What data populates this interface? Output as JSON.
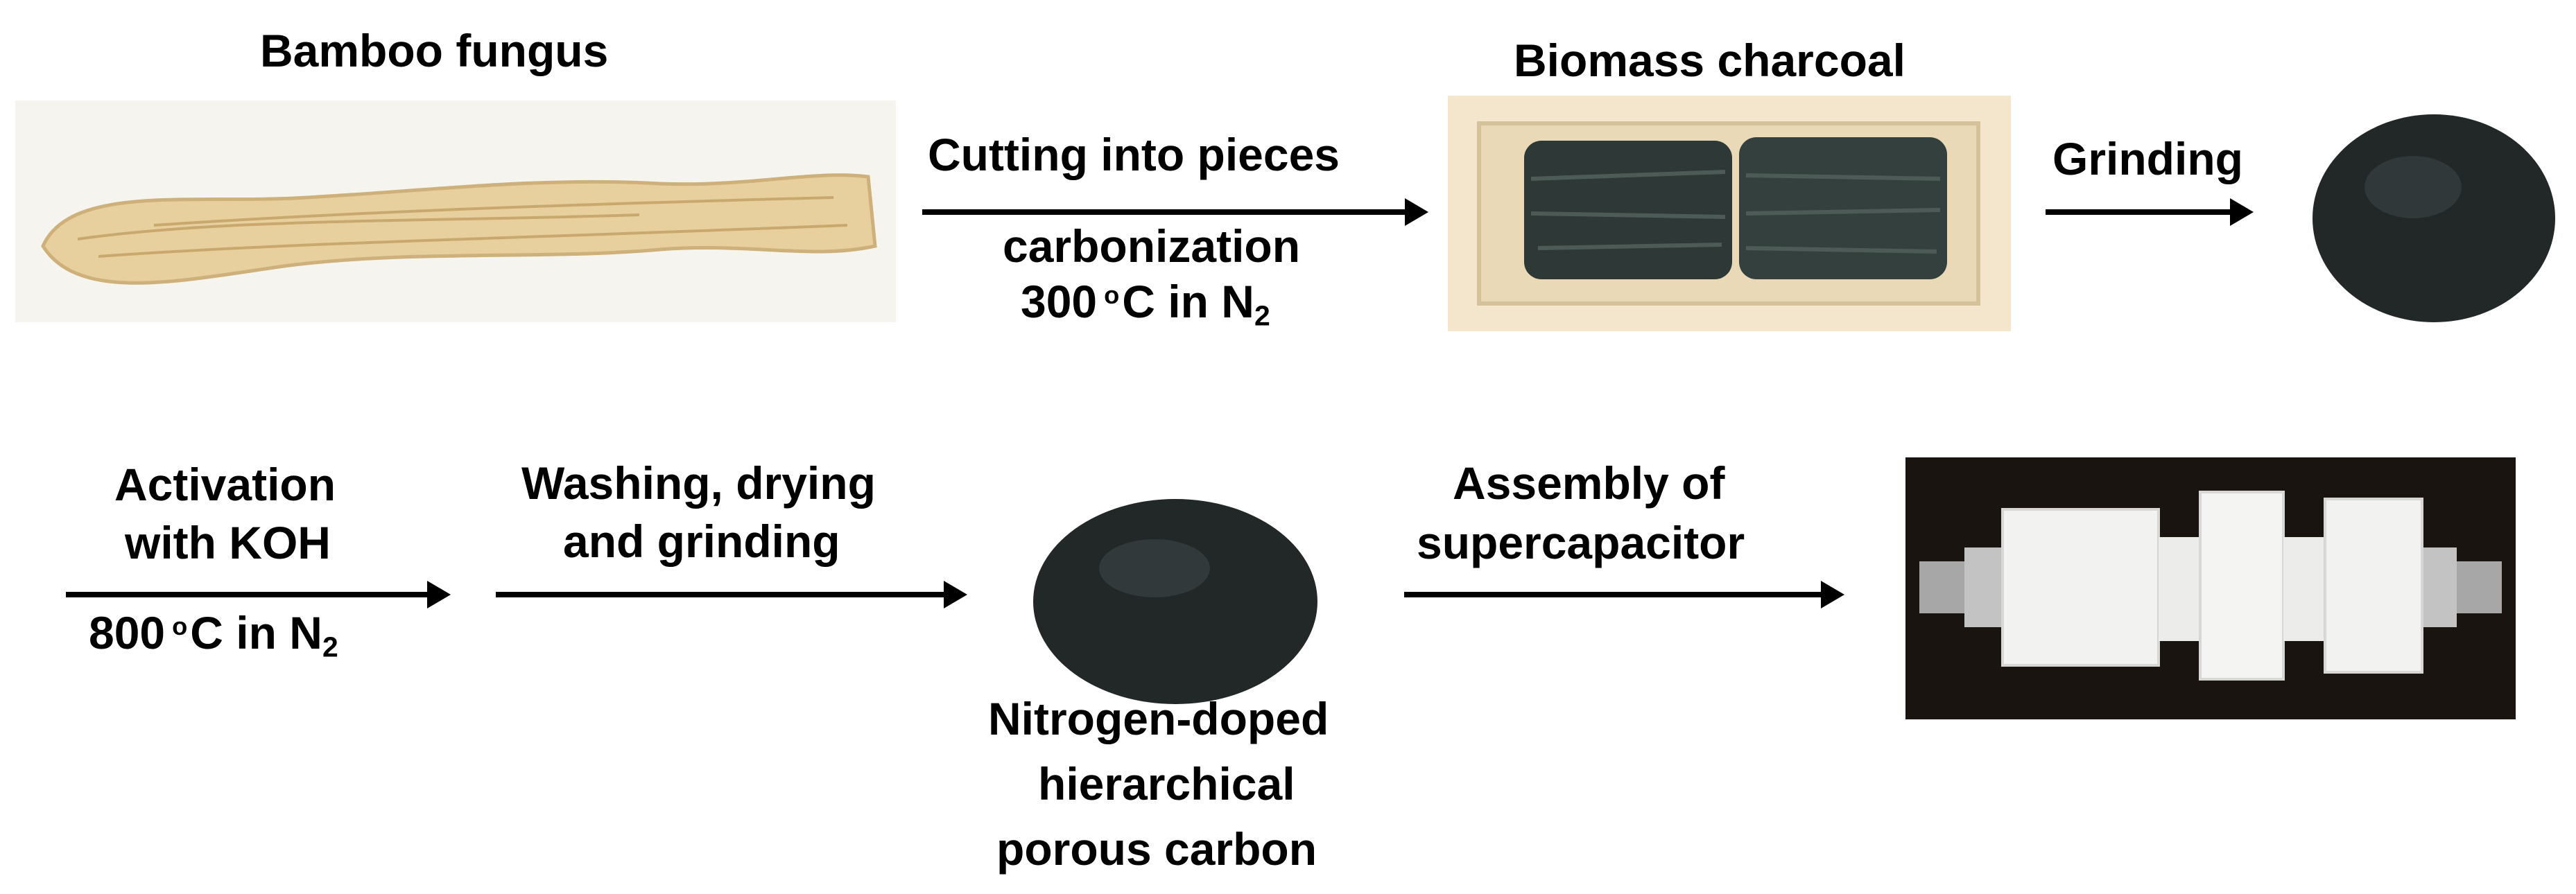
{
  "labels": {
    "bamboo_fungus": "Bamboo fungus",
    "biomass_charcoal": "Biomass charcoal",
    "cutting": "Cutting into pieces",
    "carbonization": "carbonization",
    "temp1": "300",
    "deg": "o",
    "c_in_n": "C in N",
    "sub2": "2",
    "grinding": "Grinding",
    "activation": "Activation",
    "with_koh": "with KOH",
    "temp2": "800",
    "washing": "Washing, drying",
    "and_grinding": "and grinding",
    "assembly": "Assembly of",
    "supercapacitor": "supercapacitor",
    "nitrogen_doped": "Nitrogen-doped",
    "hierarchical": "hierarchical",
    "porous_carbon": "porous carbon"
  },
  "colors": {
    "fungus": "#e8cf9e",
    "charcoal": "#2e3836",
    "boat": "#f3e6cc",
    "powder": "#222728",
    "device_bg": "#1a1411",
    "ptfe": "#f2f2f0"
  }
}
